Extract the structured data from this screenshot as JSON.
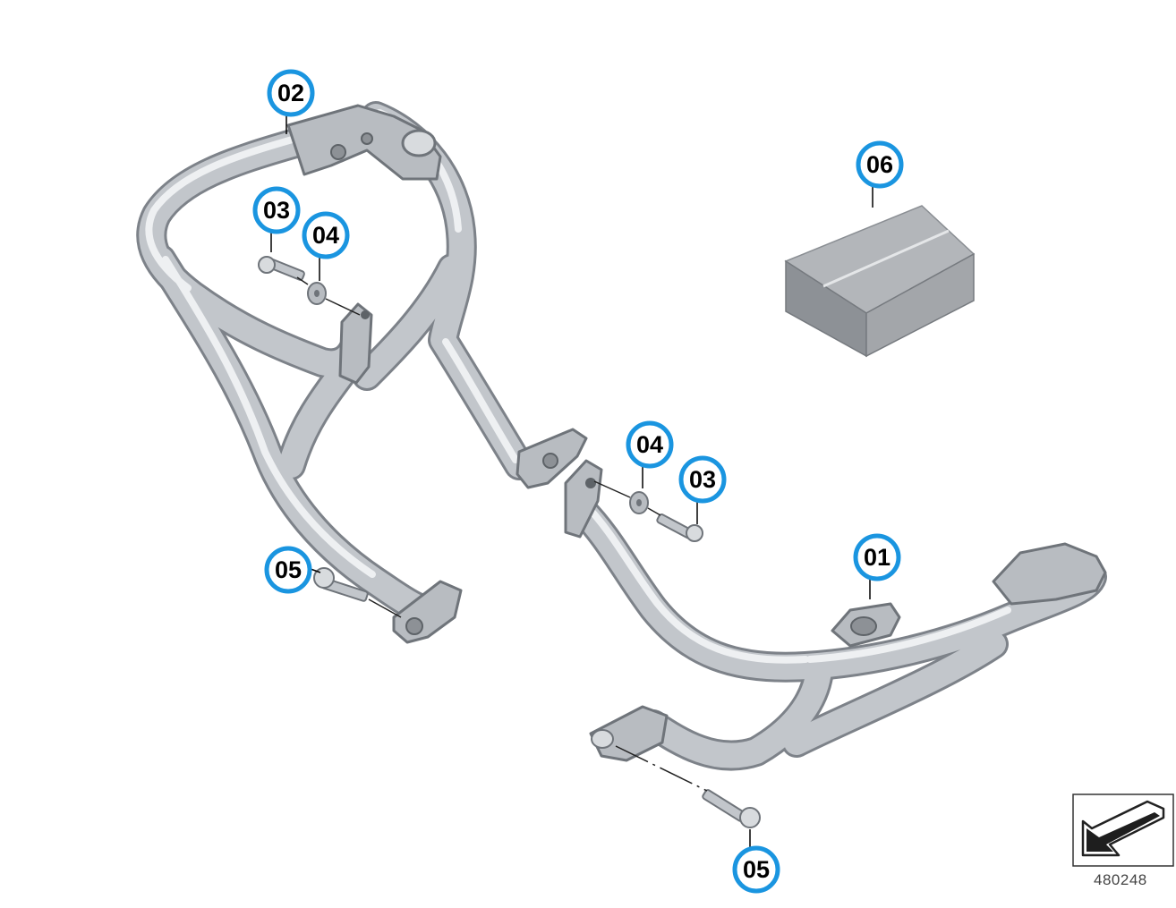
{
  "diagram_id": "480248",
  "colors": {
    "callout_ring": "#1a95e0",
    "tube_outline": "#7d8289",
    "tube_fill": "#c2c6cb",
    "tube_highlight": "#eef0f2",
    "box_top": "#b3b6ba",
    "box_front": "#8d9196",
    "box_side": "#a3a6aa"
  },
  "callouts": [
    {
      "id": "c02",
      "label": "02"
    },
    {
      "id": "c03a",
      "label": "03"
    },
    {
      "id": "c04a",
      "label": "04"
    },
    {
      "id": "c06",
      "label": "06"
    },
    {
      "id": "c04b",
      "label": "04"
    },
    {
      "id": "c03b",
      "label": "03"
    },
    {
      "id": "c01",
      "label": "01"
    },
    {
      "id": "c05a",
      "label": "05"
    },
    {
      "id": "c05b",
      "label": "05"
    }
  ],
  "icons": {
    "direction": "forward-arrow-icon"
  }
}
